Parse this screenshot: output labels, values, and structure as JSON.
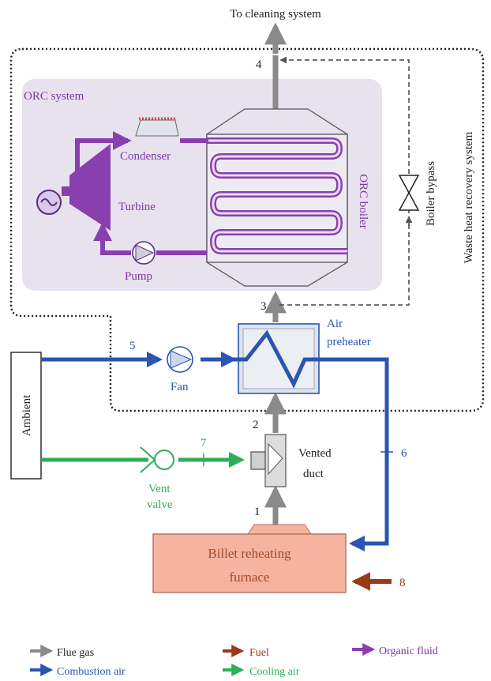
{
  "labels": {
    "to_cleaning": "To cleaning system",
    "orc_system": "ORC system",
    "condenser": "Condenser",
    "turbine": "Turbine",
    "pump": "Pump",
    "orc_boiler": "ORC boiler",
    "boiler_bypass": "Boiler bypass",
    "whr_system": "Waste heat recovery system",
    "air_preheater_1": "Air",
    "air_preheater_2": "preheater",
    "fan": "Fan",
    "ambient": "Ambient",
    "vented_duct_1": "Vented",
    "vented_duct_2": "duct",
    "vent_valve_1": "Vent",
    "vent_valve_2": "valve",
    "furnace_1": "Billet reheating",
    "furnace_2": "furnace"
  },
  "state_points": {
    "p1": "1",
    "p2": "2",
    "p3": "3",
    "p4": "4",
    "p5": "5",
    "p6": "6",
    "p7": "7",
    "p8": "8"
  },
  "legend": [
    {
      "label": "Flue gas",
      "color": "#8a8a8a"
    },
    {
      "label": "Fuel",
      "color": "#9a3a1a"
    },
    {
      "label": "Organic fluid",
      "color": "#8a3fb0"
    },
    {
      "label": "Combustion air",
      "color": "#2a55b0"
    },
    {
      "label": "Cooling air",
      "color": "#2fae5a"
    }
  ],
  "colors": {
    "flue_gas": "#8a8a8a",
    "fuel": "#9a3a1a",
    "organic_fluid": "#8a3fb0",
    "combustion_air": "#2a55b0",
    "cooling_air": "#2fae5a",
    "orc_panel": "#e8e2ef",
    "furnace_fill": "#f6b4a0"
  }
}
